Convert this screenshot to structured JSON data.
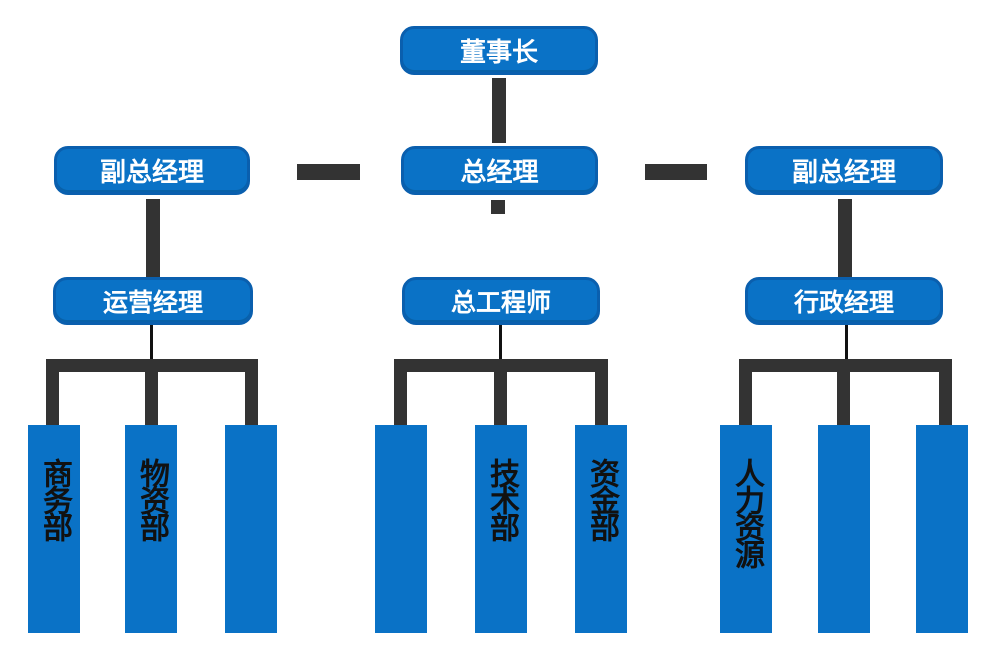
{
  "org_chart": {
    "title": "company-organization-chart",
    "chairman": "董事长",
    "executives": [
      "副总经理",
      "总经理",
      "副总经理"
    ],
    "groups": [
      {
        "manager": "运营经理",
        "departments": [
          "商务部",
          "物资部",
          ""
        ]
      },
      {
        "manager": "总工程师",
        "departments": [
          "",
          "技术部",
          "资金部"
        ]
      },
      {
        "manager": "行政经理",
        "departments": [
          "人力资源",
          "",
          ""
        ]
      }
    ],
    "colors": {
      "box_fill": "#0a72c6",
      "box_border": "#0a5fae",
      "box_text": "#ffffff",
      "connector": "#333333",
      "thin_line": "#111111",
      "bar_text": "#111111",
      "background": "#ffffff"
    }
  }
}
